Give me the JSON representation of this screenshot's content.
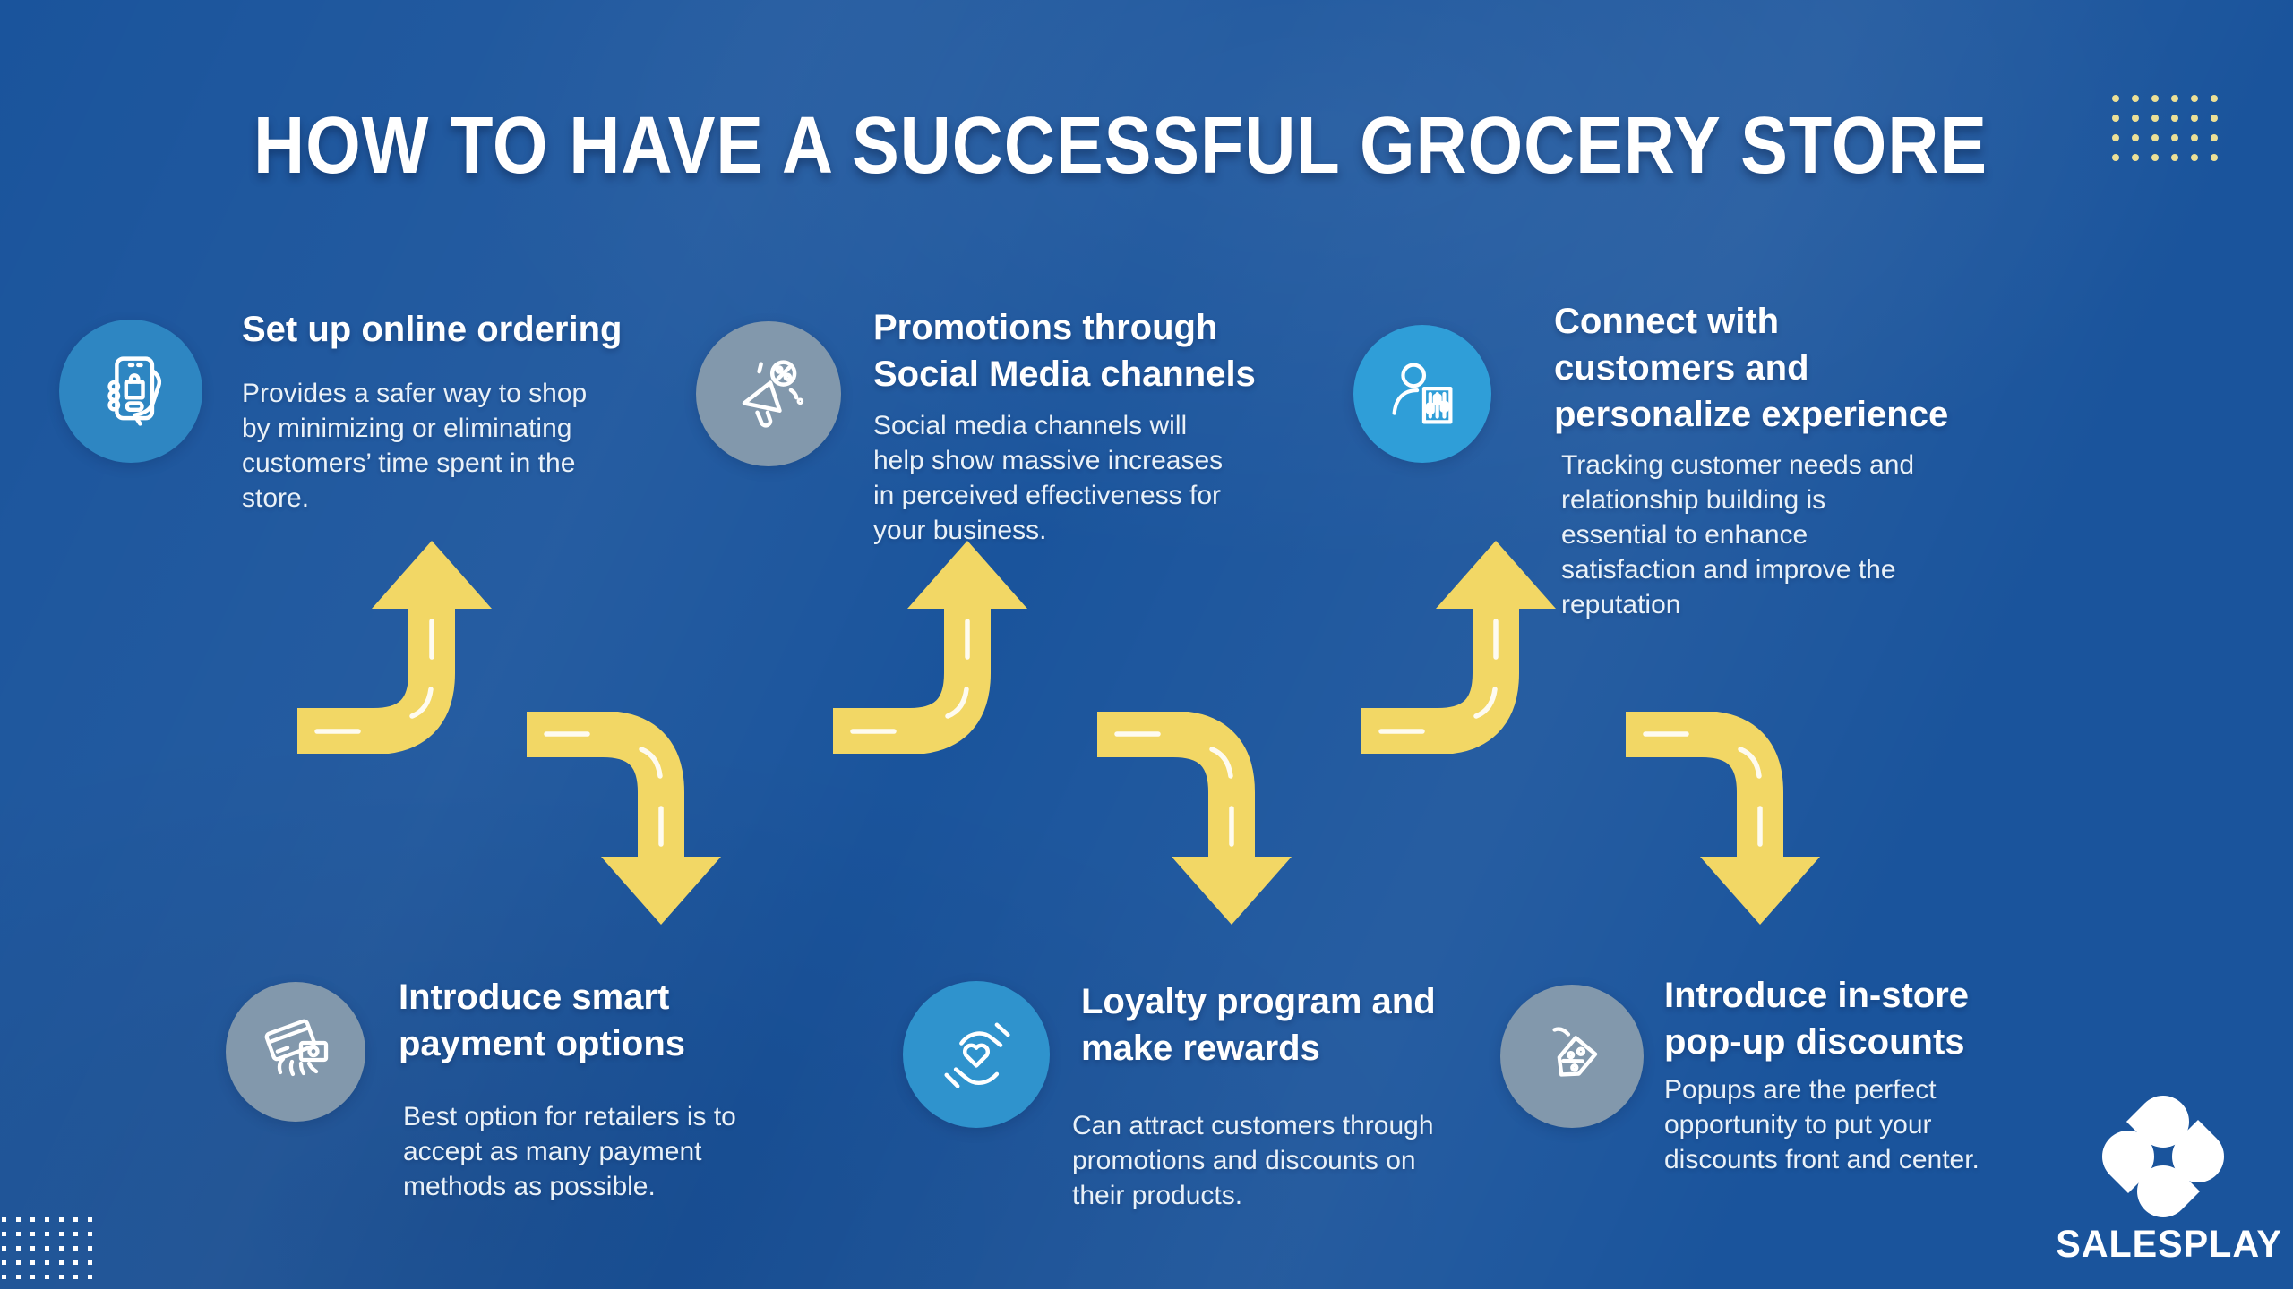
{
  "title": "HOW TO HAVE A SUCCESSFUL GROCERY STORE",
  "colors": {
    "background": "#1A549C",
    "arrow_yellow": "#F2D765",
    "dot_yellow": "#ECE096",
    "dot_white": "#FFFFFF",
    "circle_blue": "#2E86C2",
    "circle_light_blue": "#2F9ED8",
    "circle_mid_blue": "#2F93CD",
    "circle_gray_blue": "#8298AC",
    "heading_text": "#FFFFFF",
    "body_text": "#E9F1F8"
  },
  "steps": [
    {
      "icon": "phone-order-icon",
      "title": "Set up online ordering",
      "description": "Provides a safer way to shop\nby minimizing or eliminating\ncustomers’ time spent in the\nstore."
    },
    {
      "icon": "megaphone-promotion-icon",
      "title": "Promotions through\nSocial Media channels",
      "description": "Social media channels will\nhelp show massive increases\nin perceived effectiveness for\nyour business."
    },
    {
      "icon": "customer-personalize-icon",
      "title": "Connect with\ncustomers and\npersonalize experience",
      "description": "Tracking customer needs and\nrelationship building is\nessential to enhance\nsatisfaction and improve the\nreputation"
    },
    {
      "icon": "smart-payment-icon",
      "title": "Introduce smart\npayment options",
      "description": "Best option for retailers is to\naccept as many payment\nmethods as possible."
    },
    {
      "icon": "loyalty-rewards-icon",
      "title": "Loyalty program and\nmake rewards",
      "description": "Can attract customers through\npromotions and discounts on\ntheir products."
    },
    {
      "icon": "discount-tag-icon",
      "title": "Introduce in-store\npop-up discounts",
      "description": "Popups are the perfect\nopportunity to put your\ndiscounts front and center."
    }
  ],
  "footer": {
    "brand": "SALESPLAY"
  },
  "decor": {
    "top_right_dots": {
      "rows": 4,
      "cols": 6
    },
    "bottom_left_dots": {
      "rows": 5,
      "cols": 7
    }
  }
}
